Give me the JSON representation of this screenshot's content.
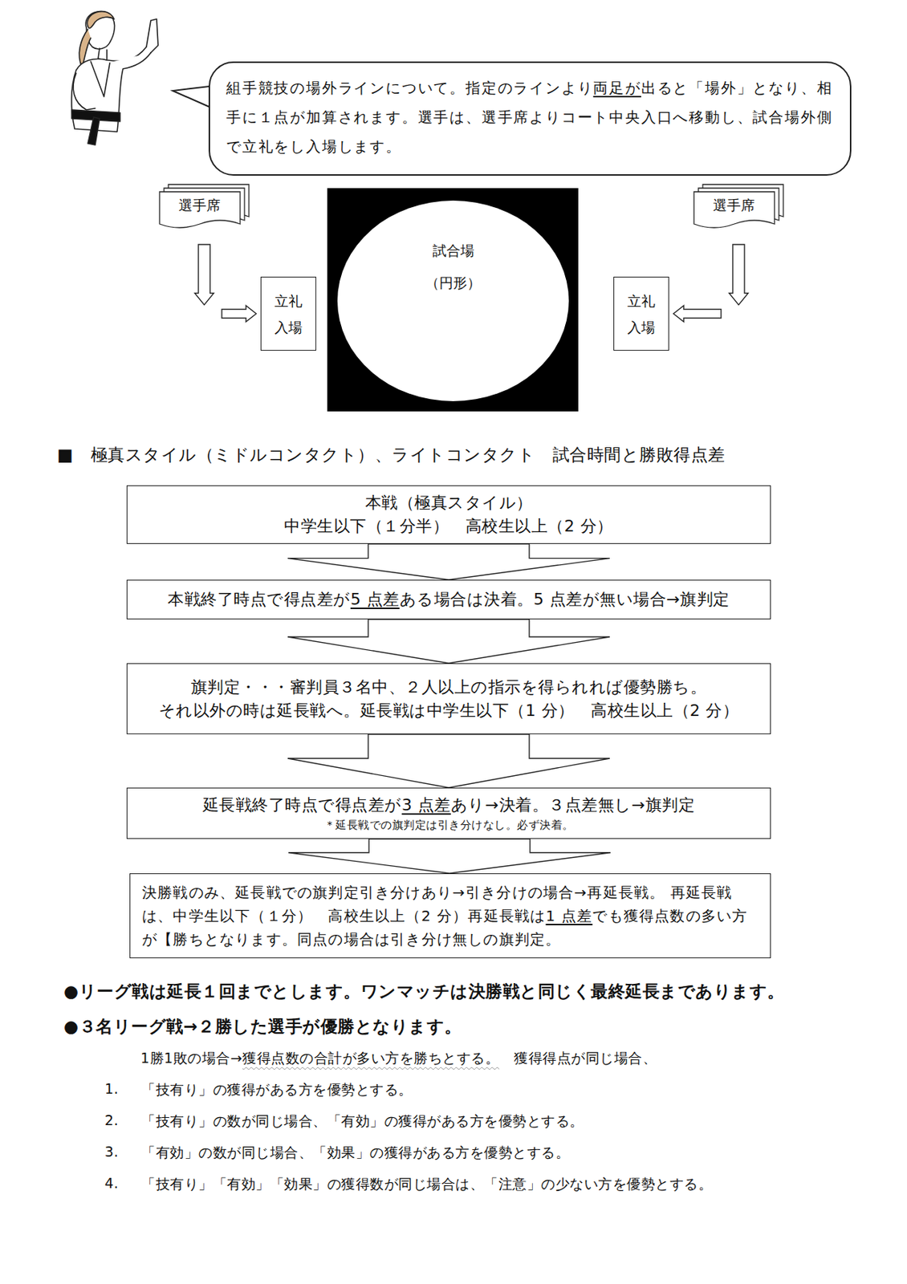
{
  "diagram": {
    "title": "■　極真スタイル（ミドルコンタクト）、ライトコンタクト　試合時間と勝敗得点差",
    "nodes": [
      {
        "text": [
          "組手競技の場外ラインについて。指定のラインより",
          "両足が",
          "出ると「場外」となり、相手に１点が加算されます。選手は、選手席よりコート中央入口へ移動し、試合場外側で立礼をし入場します。"
        ]
      },
      {
        "text": [
          "選手席"
        ]
      },
      {
        "text": [
          "選手席"
        ]
      },
      {
        "text": [
          "立礼",
          "入場"
        ]
      },
      {
        "text": [
          "試合場",
          "（円形）"
        ]
      },
      {
        "text": [
          "立礼",
          "入場"
        ]
      },
      {
        "text": [
          "本戦（極真スタイル）",
          "中学生以下（１分半）　高校生以上（2 分）"
        ]
      },
      {
        "text": [
          "本戦終了時点で得点差が",
          "5 点差",
          "ある場合は決着。5 点差が無い場合→旗判定"
        ]
      },
      {
        "text": [
          "旗判定・・・審判員３名中、２人以上の指示を得られれば優勢勝ち。",
          "それ以外の時は延長戦へ。延長戦は中学生以下（1 分）　高校生以上（2 分）"
        ]
      },
      {
        "text": [
          "延長戦終了時点で得点差が",
          "3 点差",
          "あり→決着。３点差無し→旗判定",
          "＊延長戦での旗判定は引き分けなし。必ず決着。"
        ]
      },
      {
        "text": [
          "決勝戦のみ、延長戦での旗判定引き分けあり→引き分けの場合→再延長戦。 再延長戦は、中学生以下（１分）　高校生以上（2 分）再延長戦は",
          "1 点差",
          "でも獲得点数の多い方が【勝ちとなります。同点の場合は引き分け無しの旗判定。"
        ]
      }
    ],
    "edges": [
      {
        "from": 1,
        "to": 3,
        "arrow": "to"
      },
      {
        "from": 2,
        "to": 5,
        "arrow": "to"
      },
      {
        "from": 6,
        "to": 7,
        "arrow": "to"
      },
      {
        "from": 7,
        "to": 8,
        "arrow": "to"
      },
      {
        "from": 8,
        "to": 9,
        "arrow": "to"
      },
      {
        "from": 9,
        "to": 10,
        "arrow": "to"
      }
    ],
    "labels": [
      "●リーグ戦は延長１回までとします。ワンマッチは決勝戦と同じく最終延長まであります。",
      "●３名リーグ戦→２勝した選手が優勝となります。",
      "1勝1敗の場合→",
      "獲得点数の合計が多い方を勝ちとする。",
      "獲得得点が同じ場合、",
      "1.",
      "「技有り」の獲得がある方を優勢とする。",
      "2.",
      "「技有り」の数が同じ場合、「有効」の獲得がある方を優勢とする。",
      "3.",
      "「有効」の数が同じ場合、「効果」の獲得がある方を優勢とする。",
      "4.",
      "「技有り」「有効」「効果」の獲得数が同じ場合は、「注意」の少ない方を優勢とする。"
    ]
  }
}
